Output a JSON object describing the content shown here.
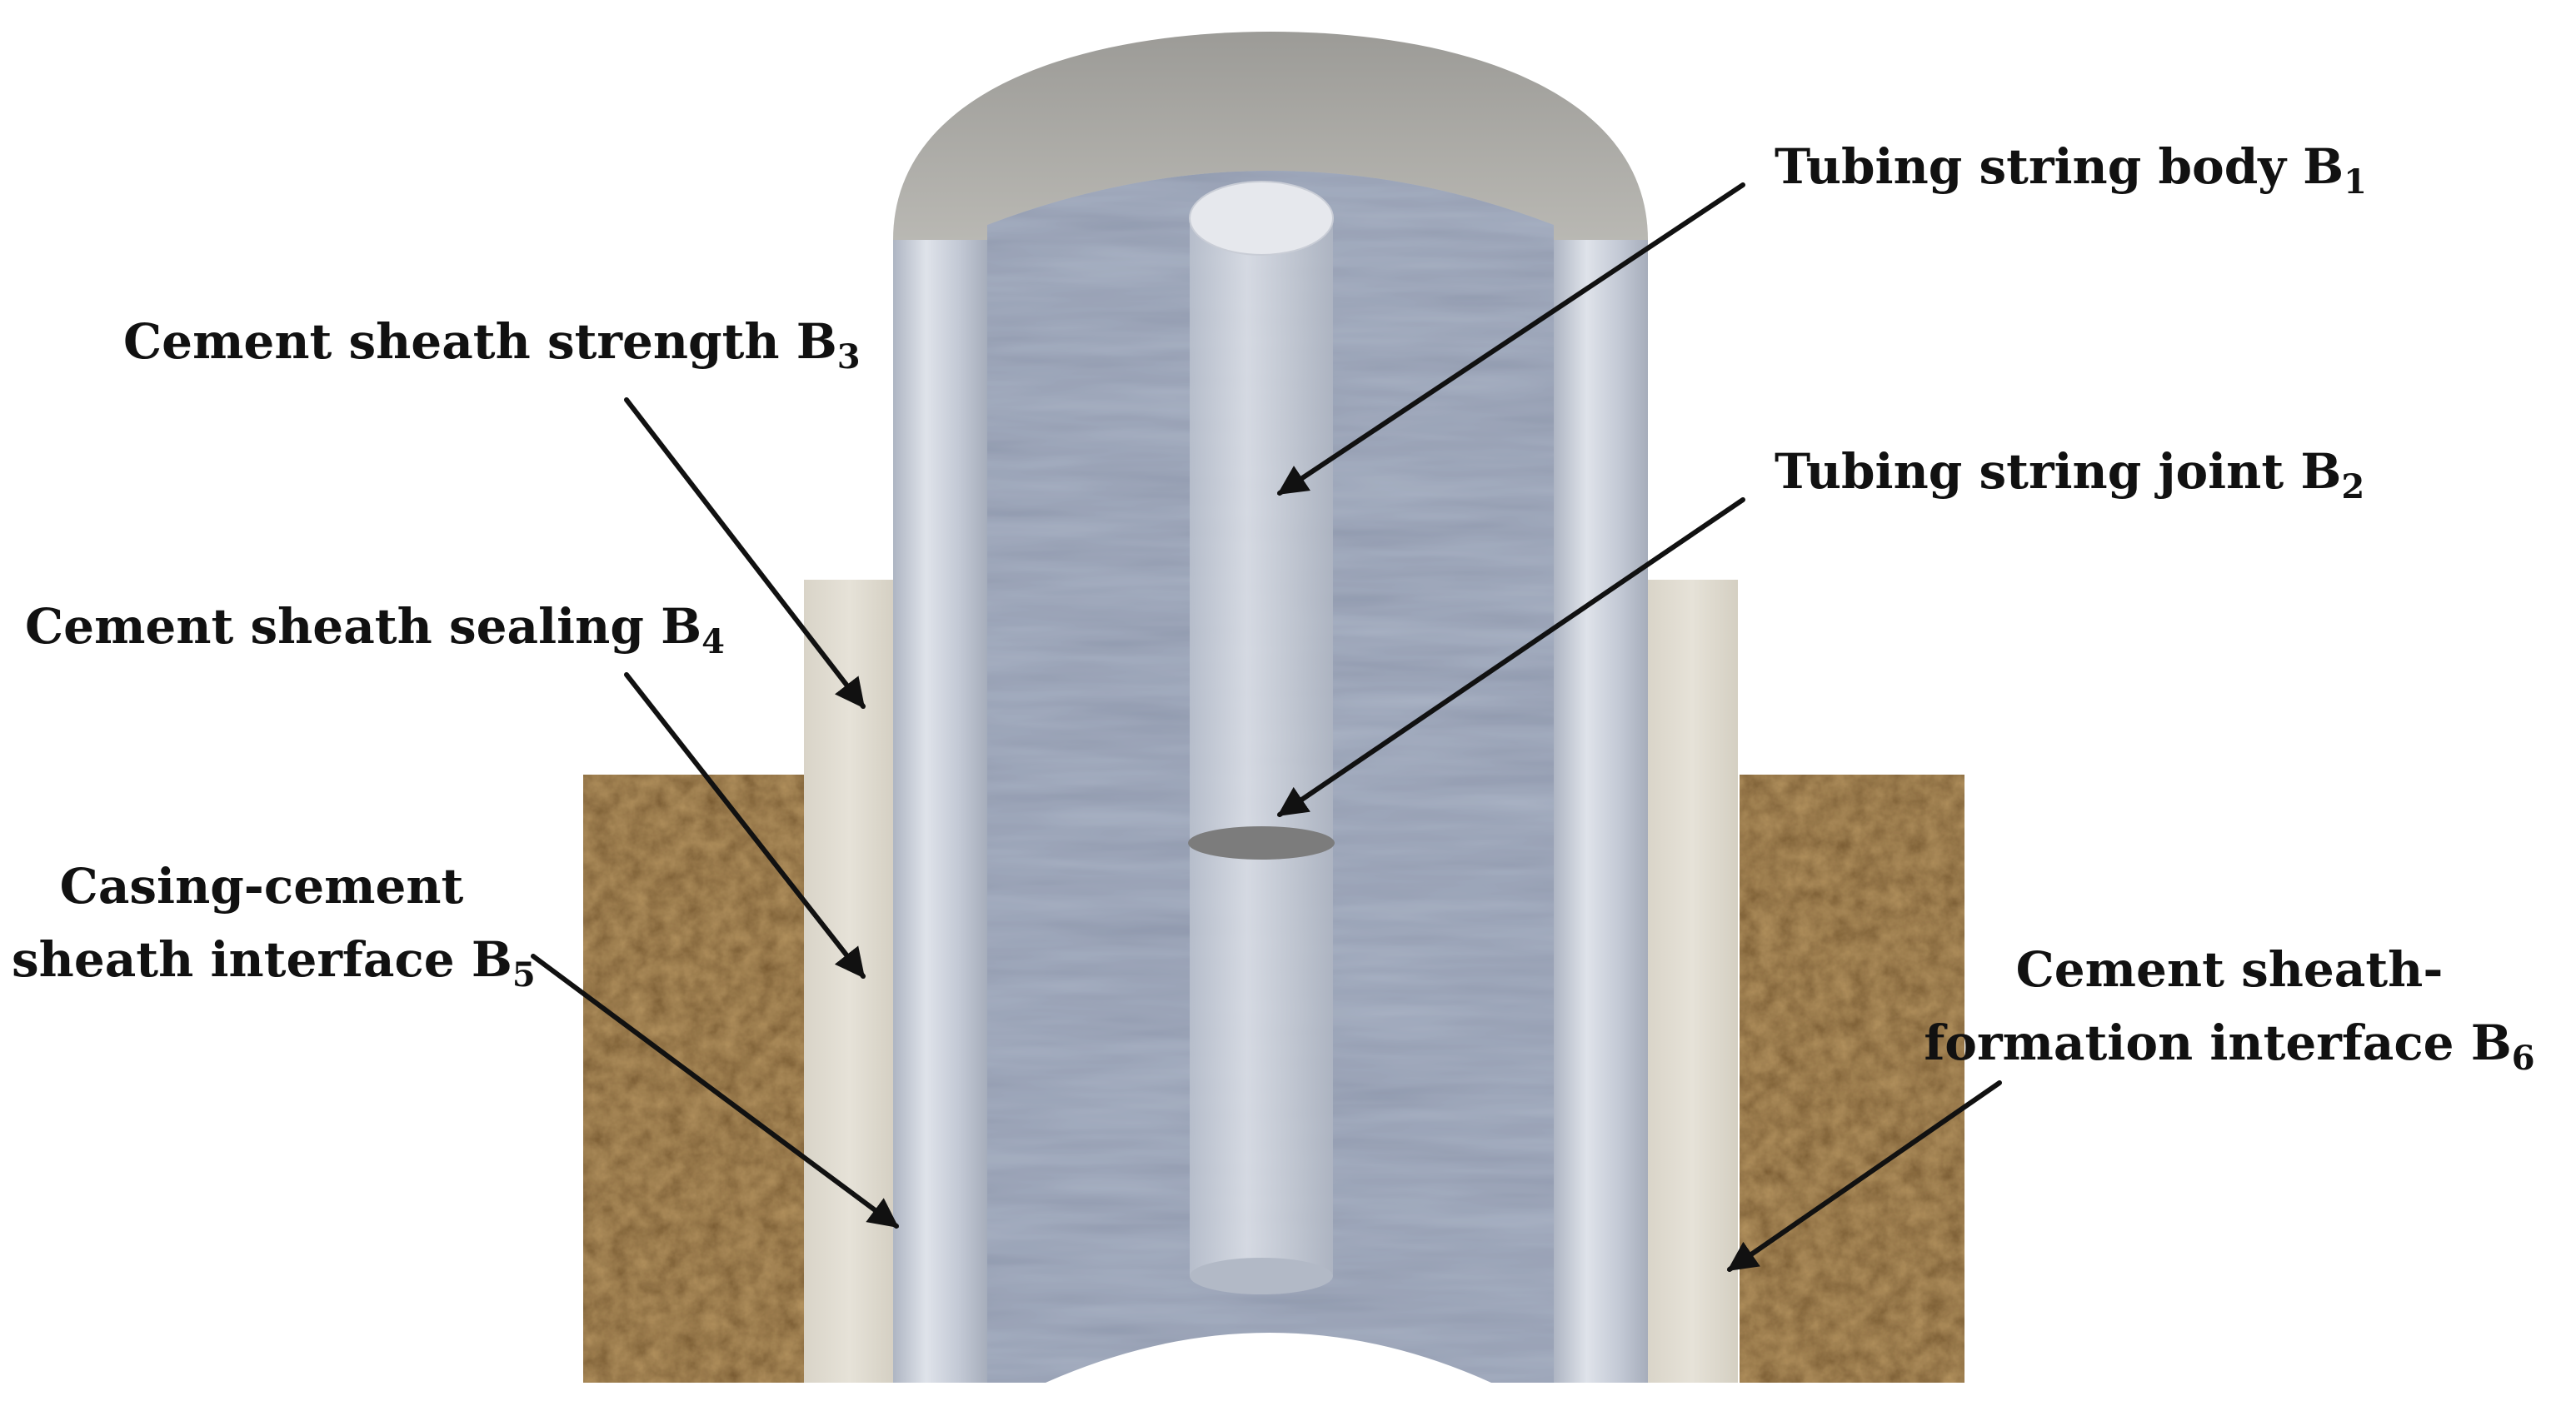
{
  "colors": {
    "formation": "#b4935f",
    "cement": "#dedad0",
    "casing_wall": "#c6ccd8",
    "casing_cap": "#a7a6a2",
    "bore": "#a9b2c4",
    "tubing": "#c9ced8",
    "joint": "#7c7c7c",
    "arrow": "#111111",
    "text": "#111111"
  },
  "labels": {
    "b1": {
      "text": "Tubing string body B",
      "sub": "1"
    },
    "b2": {
      "text": "Tubing string joint B",
      "sub": "2"
    },
    "b3": {
      "text": "Cement sheath strength B",
      "sub": "3"
    },
    "b4": {
      "text": "Cement sheath sealing B",
      "sub": "4"
    },
    "b5": {
      "line1": "Casing-cement",
      "line2": "sheath interface B",
      "sub": "5"
    },
    "b6": {
      "line1": "Cement sheath-",
      "line2": "formation interface B",
      "sub": "6"
    }
  }
}
